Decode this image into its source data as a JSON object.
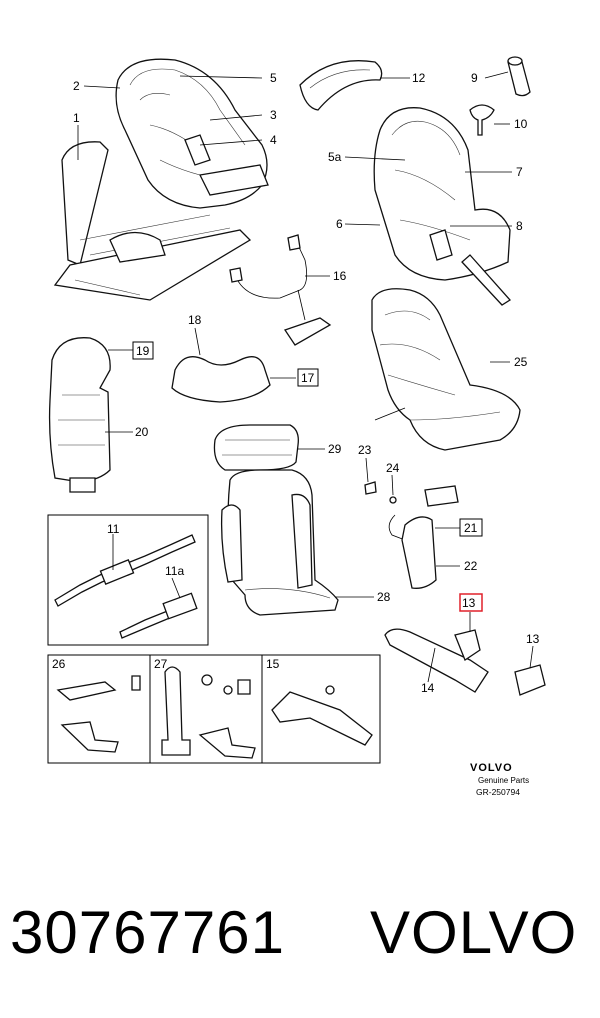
{
  "callouts": {
    "c1": "1",
    "c2": "2",
    "c3": "3",
    "c4": "4",
    "c5": "5",
    "c5a": "5a",
    "c6": "6",
    "c7": "7",
    "c8": "8",
    "c9": "9",
    "c10": "10",
    "c11": "11",
    "c11a": "11a",
    "c12": "12",
    "c13": "13",
    "c13b": "13",
    "c14": "14",
    "c15": "15",
    "c16": "16",
    "c17": "17",
    "c18": "18",
    "c19": "19",
    "c20": "20",
    "c21": "21",
    "c22": "22",
    "c23": "23",
    "c24": "24",
    "c25": "25",
    "c26": "26",
    "c27": "27",
    "c28": "28",
    "c29": "29"
  },
  "highlight_color": "#e0202a",
  "brand": {
    "name": "VOLVO",
    "subtitle": "Genuine Parts",
    "reference": "GR-250794"
  },
  "footer": {
    "part_number": "30767761",
    "brand": "VOLVO"
  }
}
